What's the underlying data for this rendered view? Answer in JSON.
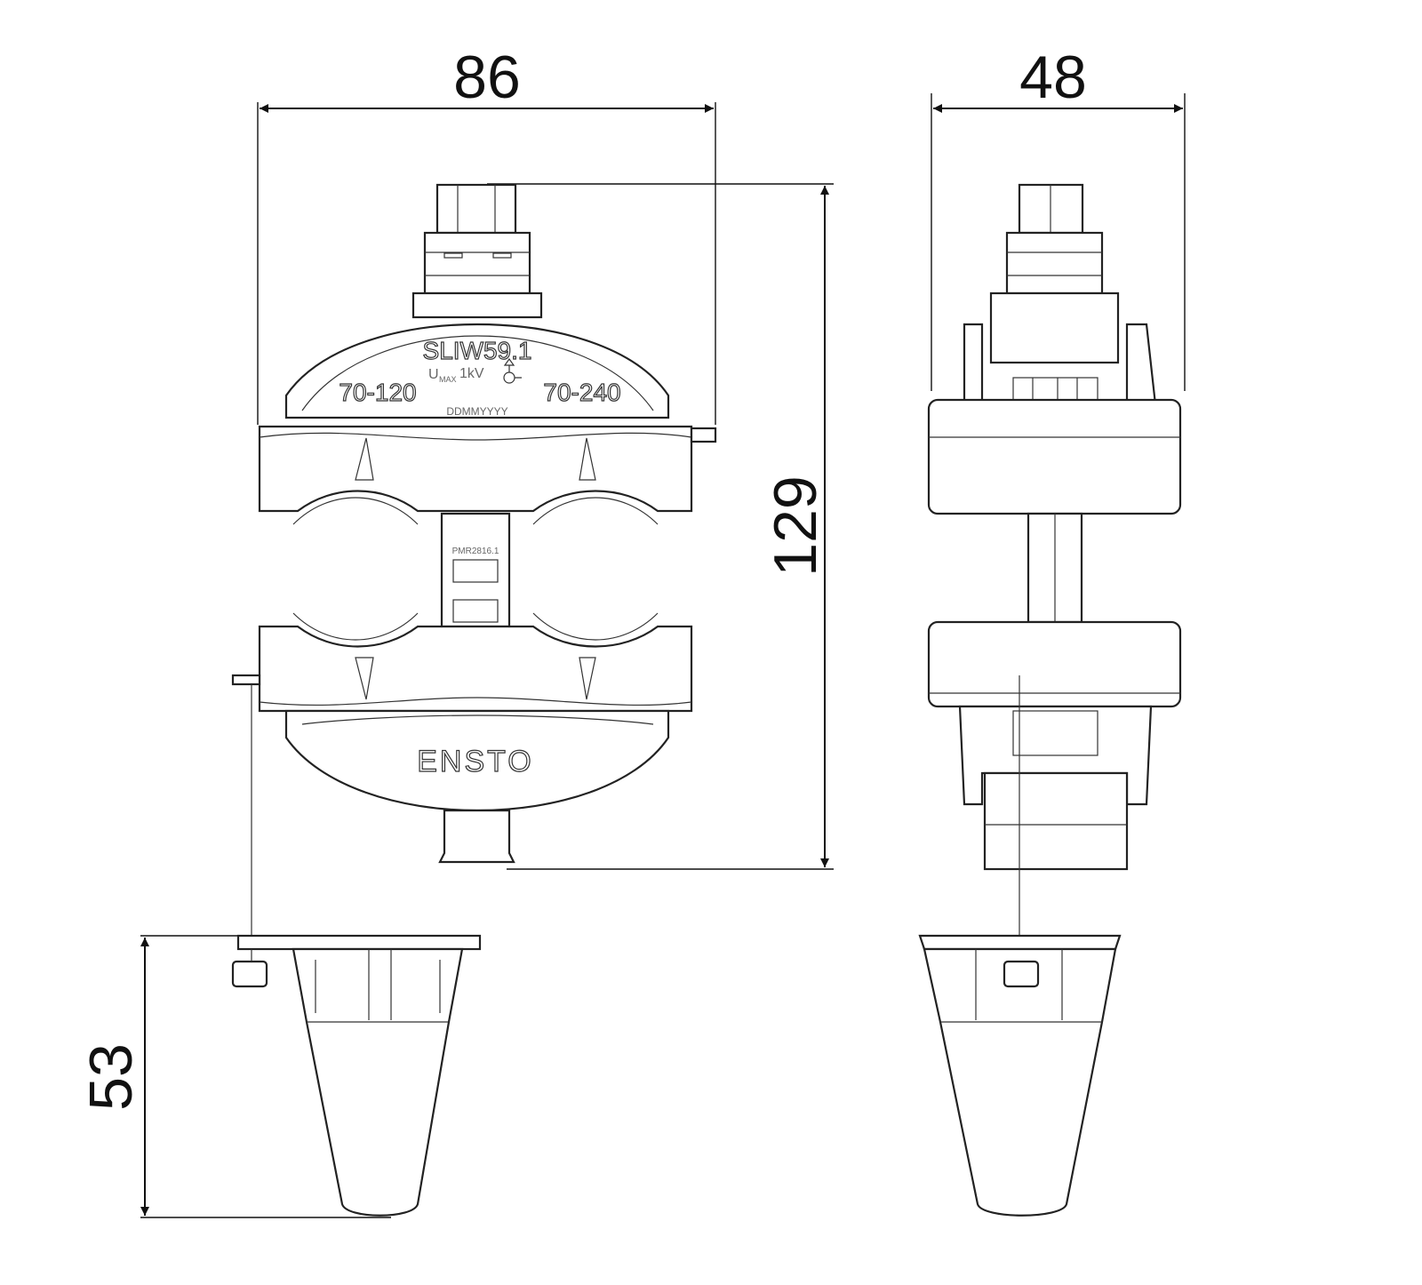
{
  "dimensions": {
    "width_front": "86",
    "width_side": "48",
    "height_body": "129",
    "height_cap": "53"
  },
  "markings": {
    "model": "SLIW59.1",
    "u": "U",
    "umax_sub": "MAX",
    "voltage": "1kV",
    "range_main": "70-120",
    "range_tap": "70-240",
    "date_code": "DDMMYYYY",
    "part_code": "PMR2816.1",
    "brand": "ENSTO"
  }
}
